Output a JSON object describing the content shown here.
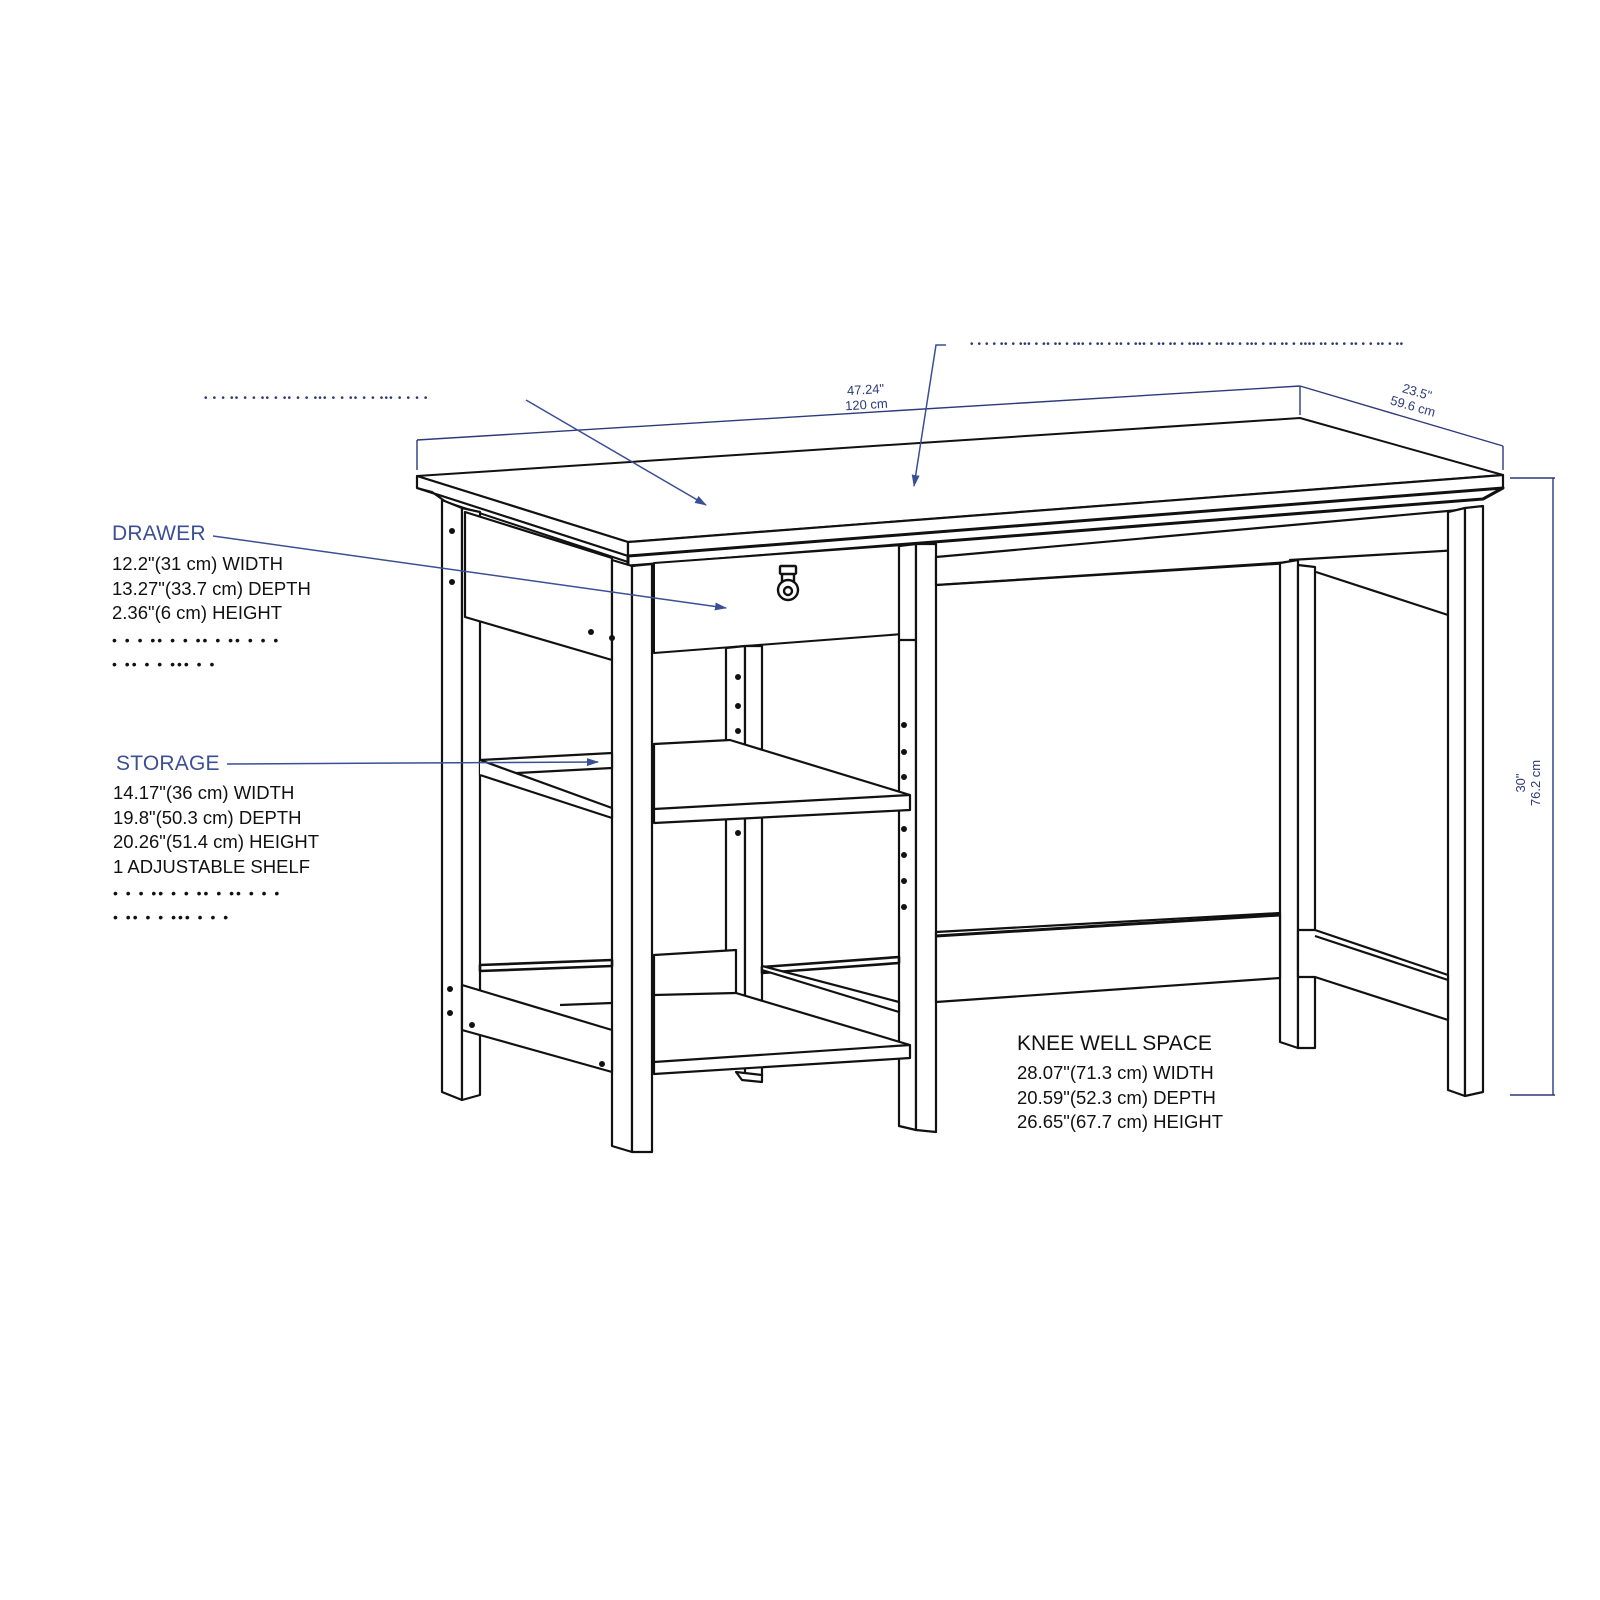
{
  "colors": {
    "line": "#111111",
    "accent": "#3a4f94",
    "dimension": "#2c3a7a",
    "background": "#ffffff"
  },
  "dimensions": {
    "width": {
      "in": "47.24\"",
      "cm": "120  cm"
    },
    "depth": {
      "in": "23.5\"",
      "cm": "59.6  cm"
    },
    "height": {
      "in": "30\"",
      "cm": "76.2  cm"
    }
  },
  "callouts": {
    "drawer": {
      "title": "DRAWER",
      "specs": [
        "12.2\"(31 cm) WIDTH",
        "13.27\"(33.7 cm) DEPTH",
        "2.36\"(6 cm) HEIGHT"
      ],
      "dots": [
        "• • • •• • • ••  • •• • • •",
        "• •• • • ••• • •"
      ]
    },
    "storage": {
      "title": "STORAGE",
      "specs": [
        "14.17\"(36 cm) WIDTH",
        "19.8\"(50.3 cm) DEPTH",
        "20.26\"(51.4 cm) HEIGHT",
        "1 ADJUSTABLE SHELF"
      ],
      "dots": [
        "• • • •• • • ••  • •• • • •",
        "• •• • • ••• • • •"
      ]
    },
    "knee_well": {
      "title": "KNEE WELL SPACE",
      "specs": [
        "28.07\"(71.3 cm) WIDTH",
        "20.59\"(52.3 cm) DEPTH",
        "26.65\"(67.7 cm) HEIGHT"
      ]
    },
    "top_left_dots": "•  •  •  ••  •  •  ••   • ••  •  • ••• • • •• •  • ••• • •  •  •",
    "top_right_dots": "• • • • •• • ••• • •• •• • ••• • •• • •• • ••• • •• •• • •••• • •• •• • ••• • •• •• • •••• •• •• • ••  • • •• • ••"
  }
}
